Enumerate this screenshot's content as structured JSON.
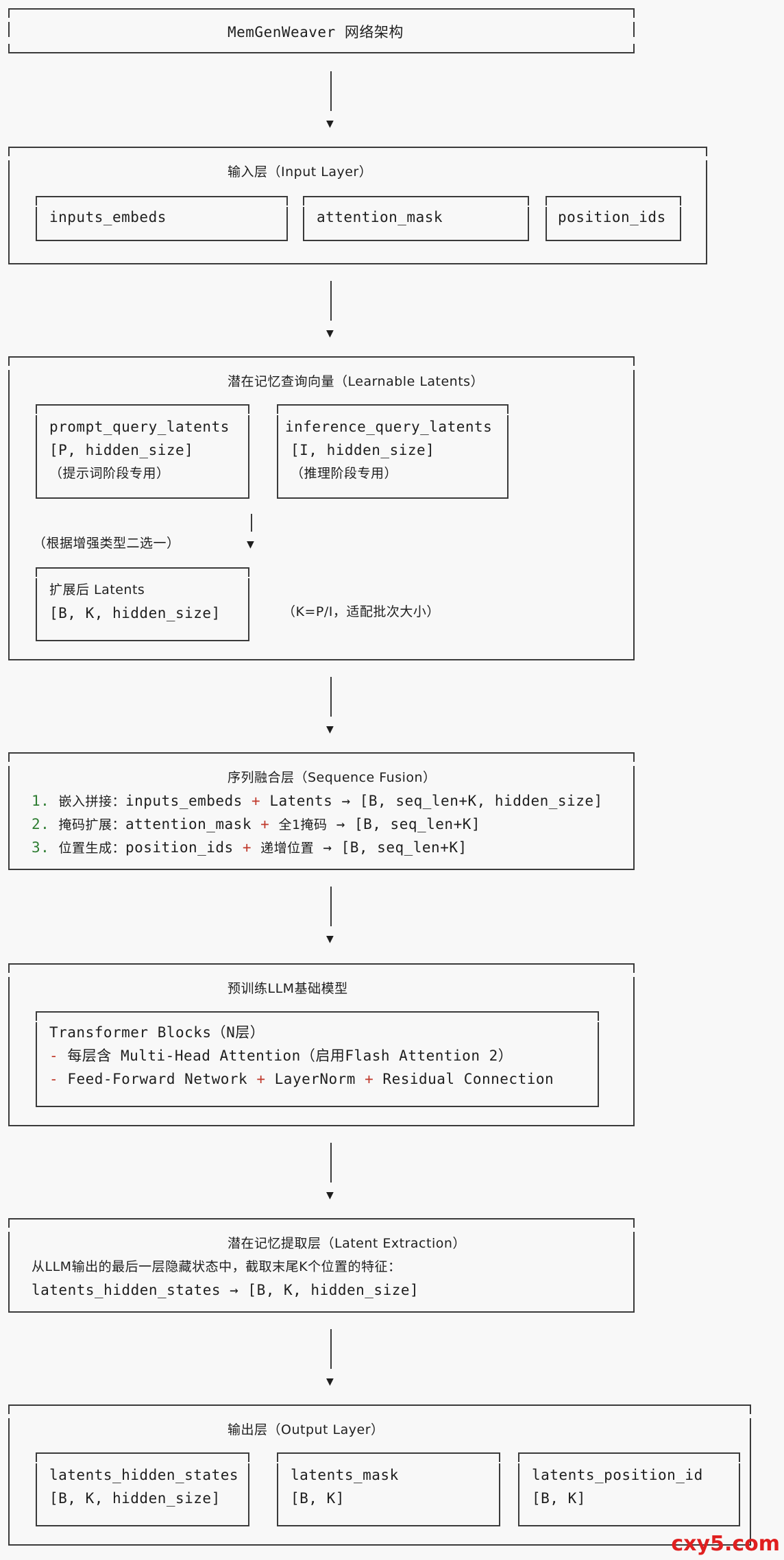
{
  "title_box": {
    "title": "MemGenWeaver 网络架构"
  },
  "input_layer": {
    "title": "输入层（Input Layer）",
    "items": [
      "inputs_embeds",
      "attention_mask",
      "position_ids"
    ]
  },
  "latent_query": {
    "title": "潜在记忆查询向量（Learnable Latents）",
    "prompt": {
      "name": "prompt_query_latents",
      "shape": "[P, hidden_size]",
      "note": "（提示词阶段专用）"
    },
    "inference": {
      "name": "inference_query_latents",
      "shape": "[I, hidden_size]",
      "note": "（推理阶段专用）"
    },
    "select_note": "（根据增强类型二选一）",
    "expanded": {
      "name": "扩展后 Latents",
      "shape": "[B, K, hidden_size]"
    },
    "k_note": "（K=P/I，适配批次大小）"
  },
  "sequence_fusion": {
    "title": "序列融合层（Sequence Fusion）",
    "steps": [
      {
        "num": "1.",
        "label": "嵌入拼接：",
        "a": "inputs_embeds",
        "op": "+",
        "b": "Latents",
        "res": "→ [B, seq_len+K, hidden_size]"
      },
      {
        "num": "2.",
        "label": "掩码扩展：",
        "a": "attention_mask",
        "op": "+",
        "b": "全1掩码",
        "res": "→ [B, seq_len+K]"
      },
      {
        "num": "3.",
        "label": "位置生成：",
        "a": "position_ids",
        "op": "+",
        "b": "递增位置",
        "res": "→ [B, seq_len+K]"
      }
    ]
  },
  "llm": {
    "title": "预训练LLM基础模型",
    "line1": "Transformer Blocks（N层）",
    "line2_dash": "-",
    "line2": "每层含 Multi-Head Attention（启用Flash Attention 2）",
    "line3_dash": "-",
    "line3a": "Feed-Forward Network",
    "line3b": "LayerNorm",
    "line3c": "Residual Connection",
    "plus": "+"
  },
  "latent_extraction": {
    "title": "潜在记忆提取层（Latent Extraction）",
    "desc": "从LLM输出的最后一层隐藏状态中，截取末尾K个位置的特征：",
    "formula": "latents_hidden_states → [B, K, hidden_size]"
  },
  "output_layer": {
    "title": "输出层（Output Layer）",
    "items": [
      {
        "name": "latents_hidden_states",
        "shape": "[B, K, hidden_size]"
      },
      {
        "name": "latents_mask",
        "shape": "[B, K]"
      },
      {
        "name": "latents_position_id",
        "shape": "[B, K]"
      }
    ]
  },
  "watermark": "cxy5.com"
}
